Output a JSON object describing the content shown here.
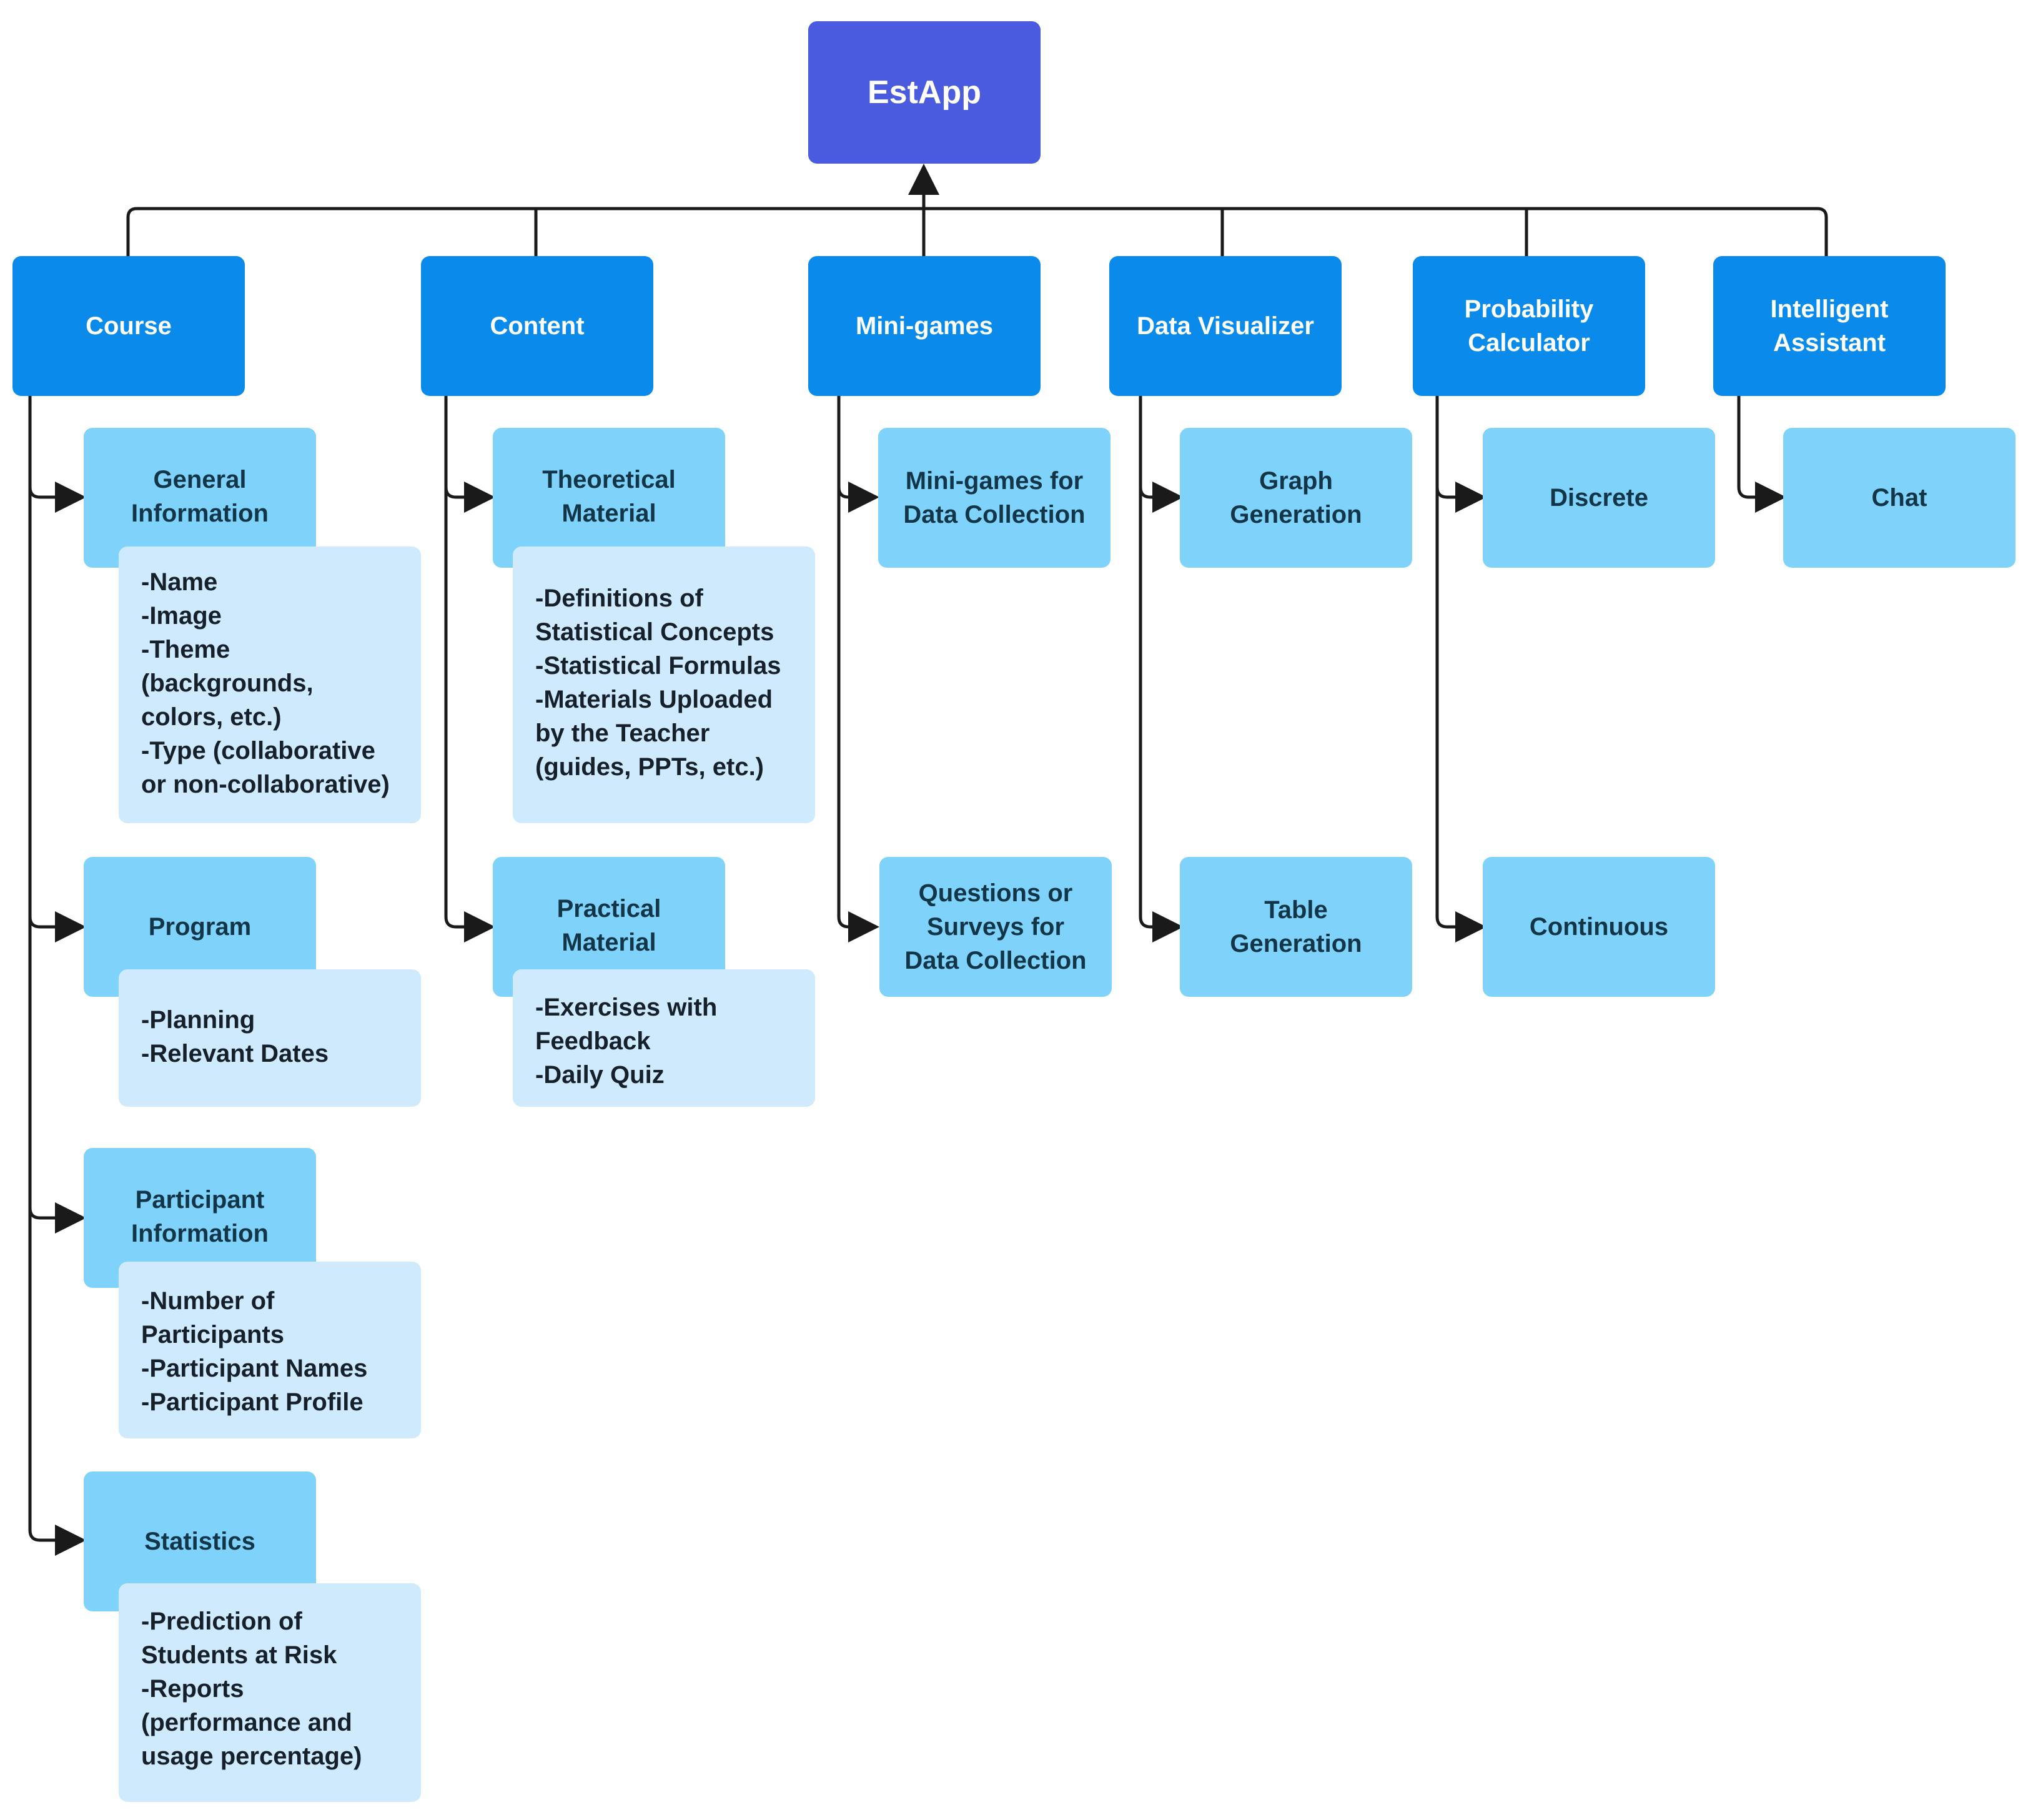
{
  "root": {
    "label": "EstApp"
  },
  "categories": [
    {
      "label": "Course"
    },
    {
      "label": "Content"
    },
    {
      "label": "Mini-games"
    },
    {
      "label": "Data Visualizer"
    },
    {
      "label": "Probability\nCalculator"
    },
    {
      "label": "Intelligent\nAssistant"
    }
  ],
  "course": {
    "general_information": {
      "label": "General\nInformation",
      "details": "-Name\n-Image\n-Theme\n(backgrounds,\ncolors, etc.)\n-Type (collaborative\nor non-collaborative)"
    },
    "program": {
      "label": "Program",
      "details": "-Planning\n-Relevant Dates"
    },
    "participant_information": {
      "label": "Participant\nInformation",
      "details": "-Number of\nParticipants\n-Participant Names\n-Participant Profile"
    },
    "statistics": {
      "label": "Statistics",
      "details": "-Prediction of\nStudents at Risk\n-Reports\n(performance and\nusage percentage)"
    }
  },
  "content": {
    "theoretical_material": {
      "label": "Theoretical\nMaterial",
      "details": "-Definitions of\nStatistical Concepts\n-Statistical Formulas\n-Materials Uploaded\nby the Teacher\n(guides, PPTs, etc.)"
    },
    "practical_material": {
      "label": "Practical\nMaterial",
      "details": "-Exercises with\nFeedback\n-Daily Quiz"
    }
  },
  "minigames": {
    "data_collection_games": {
      "label": "Mini-games for\nData Collection"
    },
    "surveys": {
      "label": "Questions or\nSurveys for\nData Collection"
    }
  },
  "data_visualizer": {
    "graph_generation": {
      "label": "Graph\nGeneration"
    },
    "table_generation": {
      "label": "Table\nGeneration"
    }
  },
  "probability_calculator": {
    "discrete": {
      "label": "Discrete"
    },
    "continuous": {
      "label": "Continuous"
    }
  },
  "intelligent_assistant": {
    "chat": {
      "label": "Chat"
    }
  },
  "colors": {
    "root": "#4a5be0",
    "category": "#0a8bec",
    "subitem": "#7fd3fb",
    "detail": "#cfeafc",
    "connector": "#1a1a1a"
  }
}
